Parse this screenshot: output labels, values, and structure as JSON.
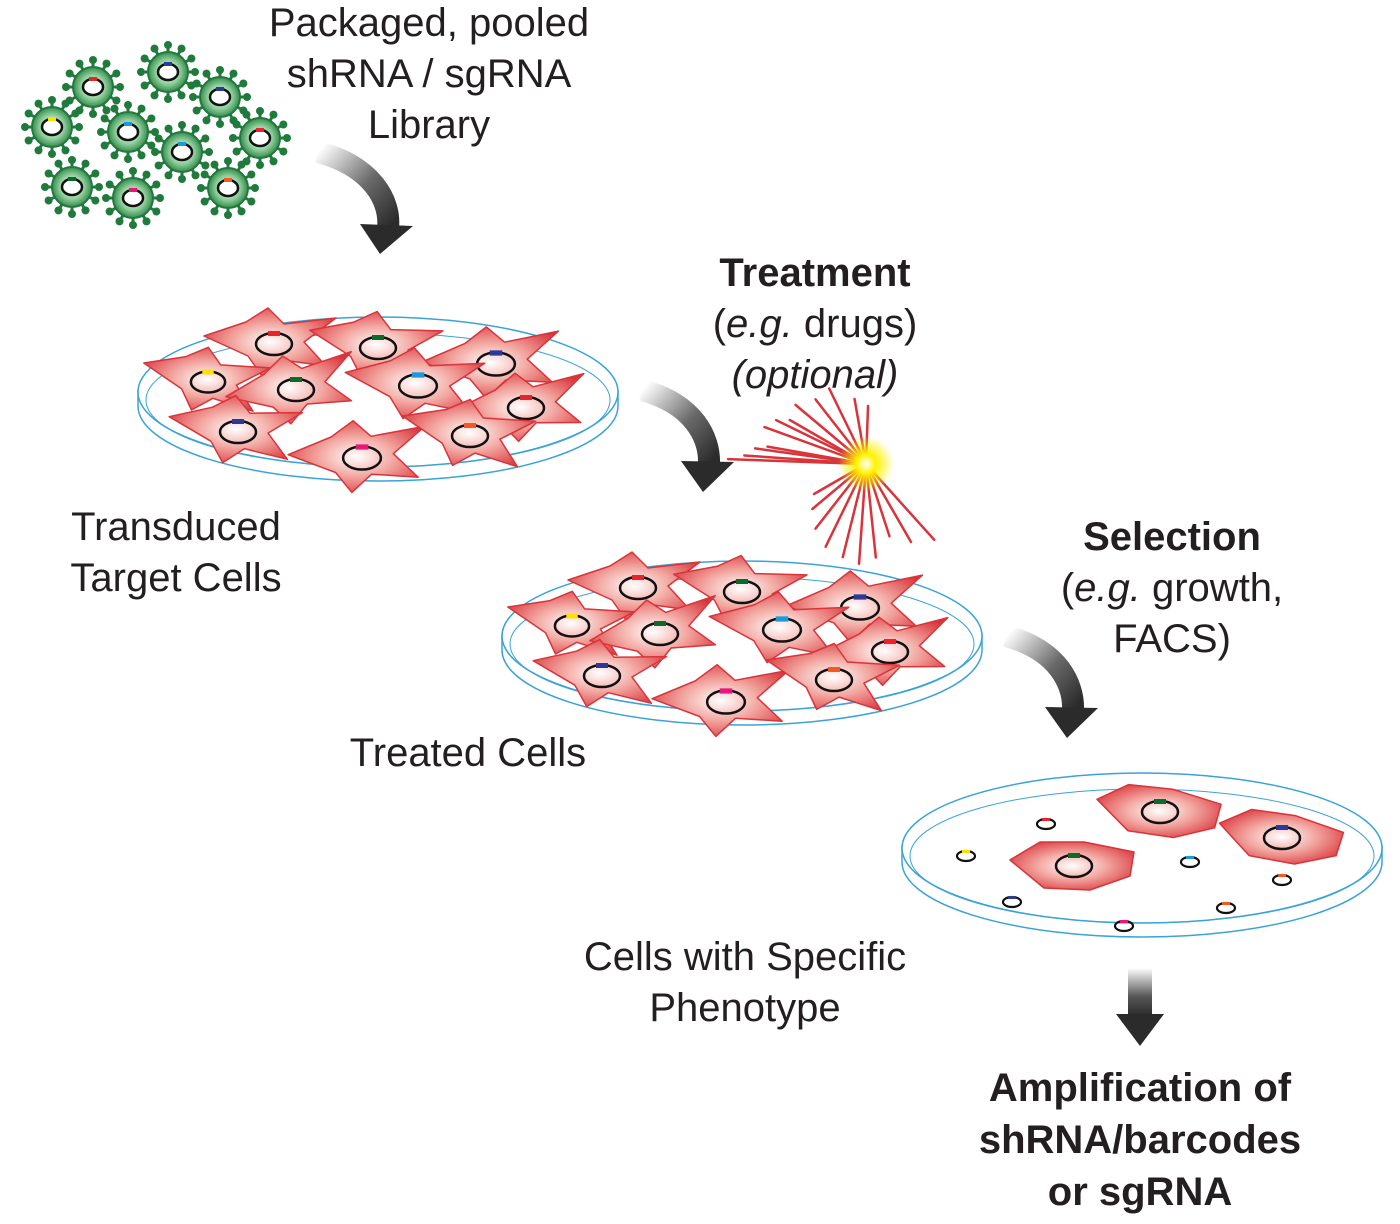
{
  "library_label": [
    "Packaged, pooled",
    "shRNA / sgRNA",
    "Library"
  ],
  "transduced_label": [
    "Transduced",
    "Target Cells"
  ],
  "treatment": {
    "title": "Treatment",
    "eg": "e.g.",
    "rest": " drugs)",
    "open": "(",
    "optional": "(optional)"
  },
  "treated_label": "Treated Cells",
  "selection": {
    "title": "Selection",
    "open": "(",
    "eg": "e.g.",
    "rest": " growth,",
    "line3": "FACS)"
  },
  "phenotype_label": [
    "Cells with Specific",
    "Phenotype"
  ],
  "amplification_label": [
    "Amplification of",
    "shRNA/barcodes",
    "or sgRNA"
  ],
  "colors": {
    "virus": "#1f7a3c",
    "cell": "#d9343a",
    "dish": "#3aa3d8",
    "arrow": "#2b2b2b",
    "barcodes": [
      "#e8232c",
      "#ffe000",
      "#2b3a99",
      "#1a9ad6",
      "#0a6b2c",
      "#e6197a",
      "#f15a22"
    ]
  }
}
